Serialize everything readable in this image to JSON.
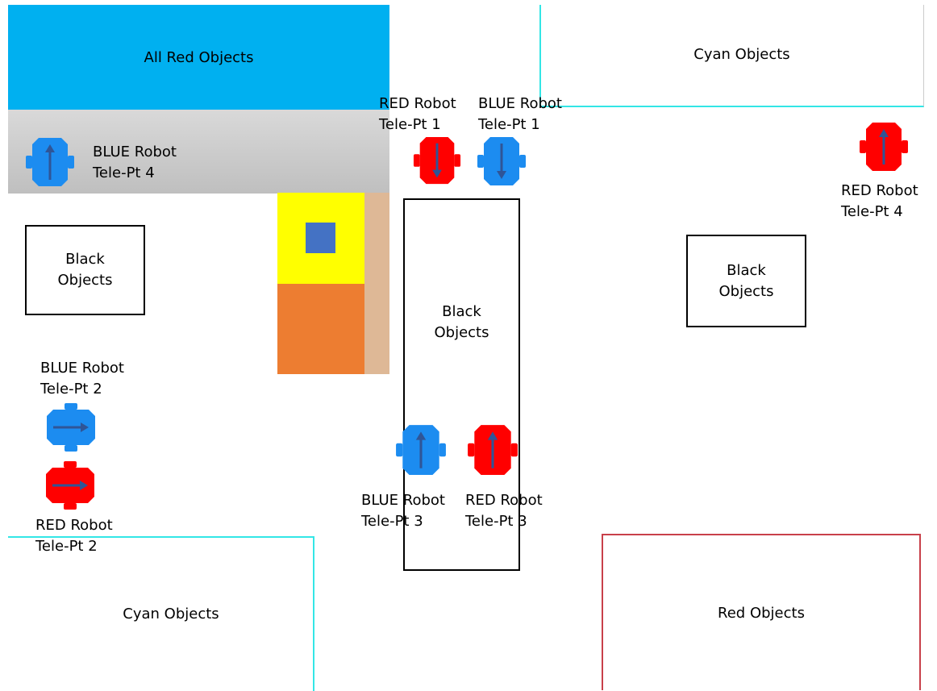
{
  "colors": {
    "blue_zone": "#00B0F0",
    "gray_zone_top": "#d9d9d9",
    "gray_zone_bottom": "#bfbfbf",
    "cyan_line": "#33E6E6",
    "red_line": "#C8404A",
    "yellow": "#FFFF00",
    "orange": "#ED7D31",
    "tan": "#DEB896",
    "square_blue": "#4472C4",
    "robot_blue": "#1C8CF0",
    "robot_red": "#FF0000",
    "arrow": "#2F5597"
  },
  "zones": {
    "all_red": "All Red Objects",
    "cyan_top": "Cyan Objects",
    "cyan_bottom": "Cyan Objects",
    "red_objects": "Red Objects",
    "black_left": [
      "Black",
      "Objects"
    ],
    "black_center": [
      "Black",
      "Objects"
    ],
    "black_right": [
      "Black",
      "Objects"
    ]
  },
  "robots": {
    "blue_tp4": [
      "BLUE Robot",
      "Tele-Pt 4"
    ],
    "red_tp1": [
      "RED Robot",
      "Tele-Pt 1"
    ],
    "blue_tp1": [
      "BLUE Robot",
      "Tele-Pt 1"
    ],
    "red_tp4": [
      "RED Robot",
      "Tele-Pt 4"
    ],
    "blue_tp2": [
      "BLUE Robot",
      "Tele-Pt 2"
    ],
    "red_tp2": [
      "RED Robot",
      "Tele-Pt 2"
    ],
    "blue_tp3": [
      "BLUE Robot",
      "Tele-Pt 3"
    ],
    "red_tp3": [
      "RED Robot",
      "Tele-Pt 3"
    ]
  },
  "robot_icons": {
    "blue_tp4": {
      "color": "blue",
      "direction": "up"
    },
    "red_tp1": {
      "color": "red",
      "direction": "down"
    },
    "blue_tp1": {
      "color": "blue",
      "direction": "down"
    },
    "red_tp4": {
      "color": "red",
      "direction": "up"
    },
    "blue_tp2": {
      "color": "blue",
      "direction": "right"
    },
    "red_tp2": {
      "color": "red",
      "direction": "right"
    },
    "blue_tp3": {
      "color": "blue",
      "direction": "up"
    },
    "red_tp3": {
      "color": "red",
      "direction": "up"
    }
  }
}
